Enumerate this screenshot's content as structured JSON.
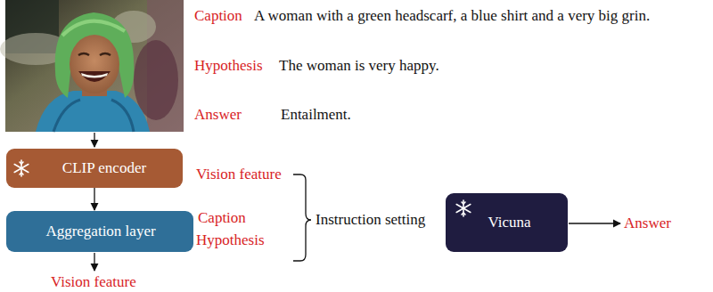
{
  "diagram": {
    "nodes": [
      {
        "text": [
          "CLIP encoder"
        ]
      },
      {
        "text": [
          "Aggregation layer"
        ]
      },
      {
        "text": [
          "Vicuna"
        ]
      }
    ],
    "edges": [
      {
        "from": 0,
        "to": 1,
        "arrow": "to"
      }
    ],
    "labels": [
      "Caption",
      "A woman with a green headscarf, a blue shirt and a very big grin.",
      "Hypothesis",
      "The woman is very happy.",
      "Answer",
      "Entailment.",
      "Vision feature",
      "Caption",
      "Hypothesis",
      "Instruction setting",
      "Answer",
      "Vision feature"
    ]
  }
}
